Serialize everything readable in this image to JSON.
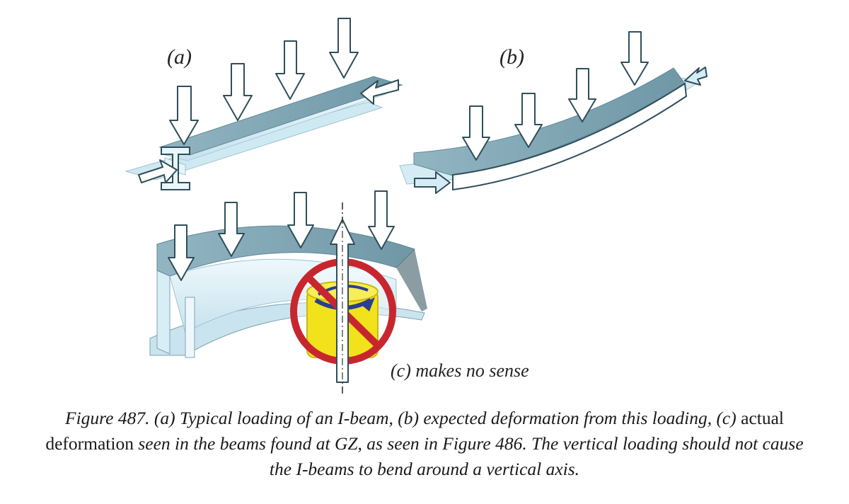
{
  "figure": {
    "label_a": "(a)",
    "label_b": "(b)",
    "note_c": "(c) makes no sense"
  },
  "caption": {
    "prefix": "Figure 487. (a) Typical loading of  an I-beam, (b) expected deformation from this loading, (c)",
    "word_actual": "actual",
    "word_deformation": "deformation",
    "middle": "seen in the beams found at GZ, as seen in Figure 486. The vertical loading should not cause",
    "end": "the I-beams to bend around a vertical axis."
  },
  "colors": {
    "beam_top": "#7fa3b1",
    "beam_web": "#d8eef7",
    "arrow_outline": "#2f4e5a",
    "prohibition_red": "#c8262e",
    "cylinder_yellow": "#f2e21c",
    "rotation_blue": "#2a3f8f"
  }
}
